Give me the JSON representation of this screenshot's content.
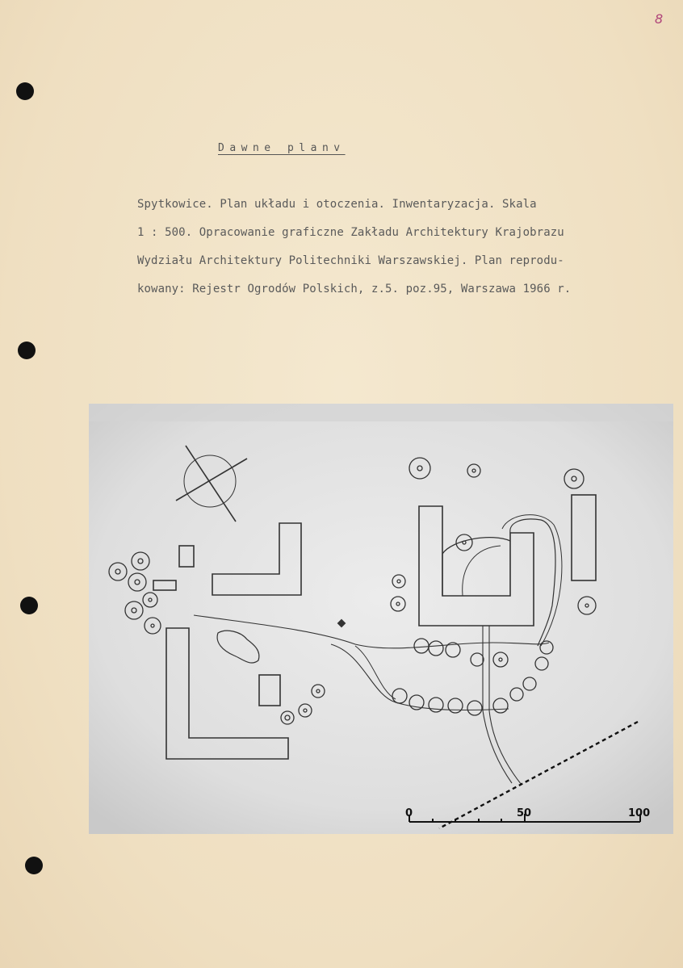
{
  "page_number": "8",
  "heading": "Dawne planv",
  "body_lines": [
    "Spytkowice. Plan układu i otoczenia. Inwentaryzacja. Skala",
    "1 : 500. Opracowanie graficzne Zakładu Architektury Krajobrazu",
    "Wydziału Architektury Politechniki Warszawskiej. Plan reprodu-",
    "kowany: Rejestr Ogrodów Polskich, z.5. poz.95, Warszawa 1966 r."
  ],
  "scale_bar": {
    "labels": [
      "0",
      "50",
      "100"
    ]
  }
}
